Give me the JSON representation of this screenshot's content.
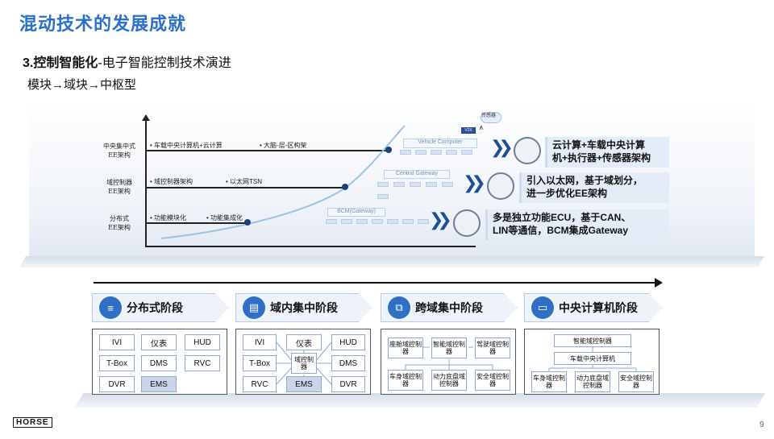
{
  "slide": {
    "title": "混动技术的发展成就",
    "subtitle_bold": "3.控制智能化",
    "subtitle_rest": "-电子智能控制技术演进",
    "subline": "模块→域块→中枢型",
    "page_number": "9",
    "logo_text": "HORSE"
  },
  "evolution": {
    "levels": [
      {
        "label_l1": "中央集中式",
        "label_l2": "EE架构",
        "items": [
          "车载中央计算机+云计算",
          "大脑-层-区构架"
        ]
      },
      {
        "label_l1": "域控制器",
        "label_l2": "EE架构",
        "items": [
          "域控制器架构",
          "以太网TSN"
        ]
      },
      {
        "label_l1": "分布式",
        "label_l2": "EE架构",
        "items": [
          "功能模块化",
          "功能集成化"
        ]
      }
    ],
    "diagram_labels": {
      "vehicle_computer": "Vehicle Computer",
      "central_gateway": "Central Gateway",
      "bcm_gateway": "BCM(Gateway)",
      "cloud": "传感器",
      "v2x": "V2X"
    },
    "descriptions": [
      {
        "line1": "云计算+车载中央计算",
        "line2": "机+执行器+传感器架构"
      },
      {
        "line1": "引入以太网，基于域划分，",
        "line2": "进一步优化EE架构"
      },
      {
        "line1": "多是独立功能ECU，基于CAN、",
        "line2": "LIN等通信，BCM集成Gateway"
      }
    ]
  },
  "stages": [
    {
      "name": "分布式阶段",
      "cells": [
        "IVI",
        "仪表",
        "HUD",
        "T-Box",
        "DMS",
        "RVC",
        "DVR",
        "EMS"
      ]
    },
    {
      "name": "域内集中阶段",
      "cells": [
        "IVI",
        "仪表",
        "HUD",
        "T-Box",
        "域控制器",
        "DMS",
        "RVC",
        "EMS",
        "DVR"
      ]
    },
    {
      "name": "跨域集中阶段",
      "cells": [
        "座舱域控制器",
        "智能域控制器",
        "驾驶域控制器",
        "车身域控制器",
        "动力底盘域控制器",
        "安全域控制器"
      ]
    },
    {
      "name": "中央计算机阶段",
      "cells": [
        "智能域控制器",
        "车载中央计算机",
        "车身域控制器",
        "动力底盘域控制器",
        "安全域控制器"
      ]
    }
  ],
  "colors": {
    "accent": "#2a6fc9",
    "highlight": "#c9d6ea",
    "dark_dot": "#1d3e7a"
  }
}
